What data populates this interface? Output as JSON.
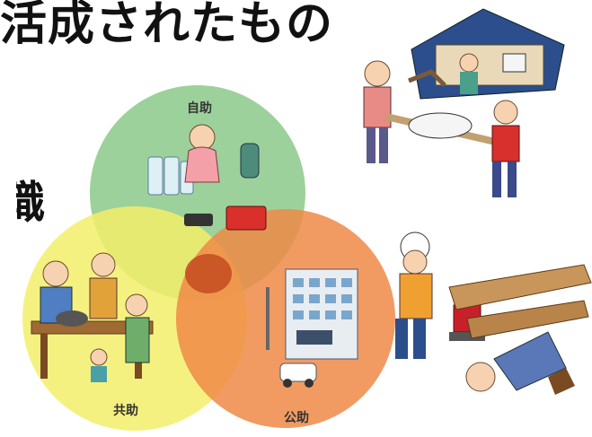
{
  "heading": {
    "text": "活成されたもの"
  },
  "left_fragment": {
    "text": "職"
  },
  "venn": {
    "circles": [
      {
        "id": "self-help",
        "label": "自助",
        "color": "#8cc98a"
      },
      {
        "id": "mutual-help",
        "label": "共助",
        "color": "#f3ee6a"
      },
      {
        "id": "public-help",
        "label": "公助",
        "color": "#ee8a46"
      }
    ],
    "center_color": "#c44a20"
  }
}
